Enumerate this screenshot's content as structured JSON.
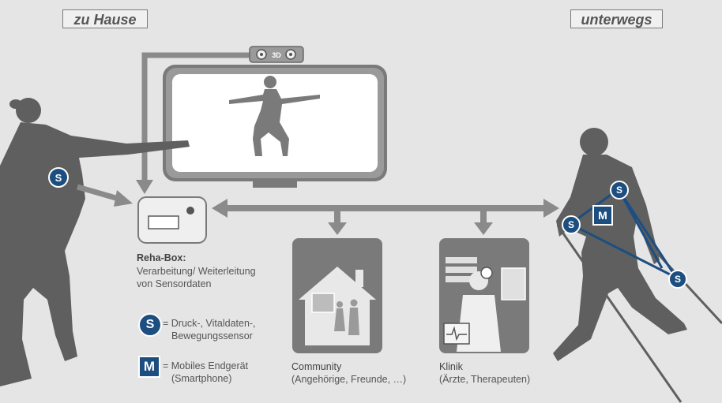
{
  "labels": {
    "home": "zu Hause",
    "mobile": "unterwegs"
  },
  "camera": {
    "text": "3D"
  },
  "rehabox": {
    "title": "Reha-Box:",
    "desc1": "Verarbeitung/ Weiterleitung",
    "desc2": "von Sensordaten"
  },
  "legend": {
    "s_symbol": "S",
    "s_line1": "= Druck-, Vitaldaten-,",
    "s_line2": "Bewegungssensor",
    "m_symbol": "M",
    "m_line1": "= Mobiles Endgerät",
    "m_line2": "(Smartphone)"
  },
  "community": {
    "title": "Community",
    "desc": "(Angehörige, Freunde, …)"
  },
  "clinic": {
    "title": "Klinik",
    "desc": "(Ärzte, Therapeuten)"
  },
  "sensors": {
    "s": "S",
    "m": "M"
  },
  "colors": {
    "background": "#e5e5e5",
    "silhouette": "#5f5f5f",
    "arrow": "#8a8a8a",
    "sensor": "#1d4e80"
  }
}
